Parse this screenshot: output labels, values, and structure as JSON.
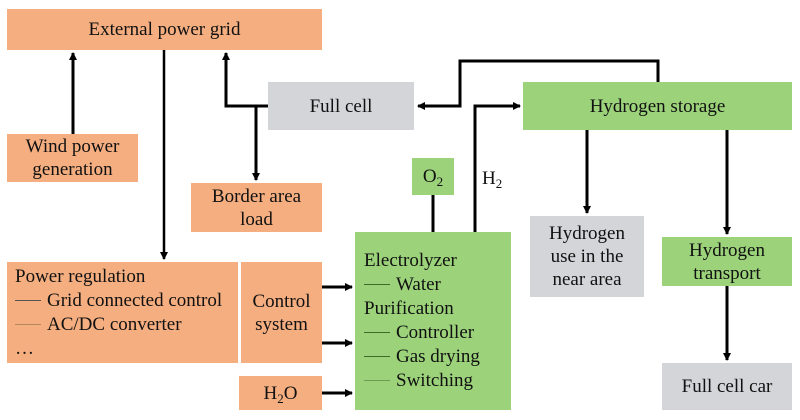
{
  "diagram": {
    "colors": {
      "power_box": "#f4ae80",
      "hydrogen_box": "#9bd27a",
      "end_use_box": "#d3d5d8",
      "arrow": "#000000"
    },
    "nodes": {
      "external_grid": {
        "label": "External power grid"
      },
      "wind": {
        "lines": [
          "Wind power",
          "generation"
        ]
      },
      "full_cell": {
        "label": "Full cell"
      },
      "border_load": {
        "lines": [
          "Border area",
          "load"
        ]
      },
      "hydrogen_storage": {
        "label": "Hydrogen storage"
      },
      "o2": {
        "base": "O",
        "sub": "2"
      },
      "h2_label": {
        "base": "H",
        "sub": "2"
      },
      "electrolyzer": {
        "lines": [
          "Electrolyzer",
          "Water",
          "Purification",
          "Controller",
          "Gas drying",
          "Switching"
        ]
      },
      "hydrogen_near": {
        "lines": [
          "Hydrogen",
          "use in the",
          "near area"
        ]
      },
      "hydrogen_transport": {
        "lines": [
          "Hydrogen",
          "transport"
        ]
      },
      "full_cell_car": {
        "label": "Full cell car"
      },
      "power_regulation": {
        "lines": [
          "Power regulation",
          "Grid connected control",
          "AC/DC converter",
          "…"
        ]
      },
      "control_system": {
        "lines": [
          "Control",
          "system"
        ]
      },
      "h2o": {
        "base": "H",
        "sub": "2",
        "tail": "O"
      }
    },
    "edges": [
      {
        "from": "Wind power generation",
        "to": "External power grid"
      },
      {
        "from": "External power grid",
        "to": "Power regulation"
      },
      {
        "from": "Full cell",
        "to": "External power grid"
      },
      {
        "from": "Full cell",
        "to": "Border area load"
      },
      {
        "from": "Hydrogen storage",
        "to": "Full cell"
      },
      {
        "from": "Electrolyzer",
        "to": "Hydrogen storage",
        "label": "H2"
      },
      {
        "from": "Electrolyzer",
        "to": "O2"
      },
      {
        "from": "Hydrogen storage",
        "to": "Hydrogen use in the near area"
      },
      {
        "from": "Hydrogen storage",
        "to": "Hydrogen transport"
      },
      {
        "from": "Hydrogen transport",
        "to": "Full cell car"
      },
      {
        "from": "Control system",
        "to": "Electrolyzer"
      },
      {
        "from": "Control system",
        "to": "Electrolyzer"
      },
      {
        "from": "H2O",
        "to": "Electrolyzer"
      }
    ]
  }
}
